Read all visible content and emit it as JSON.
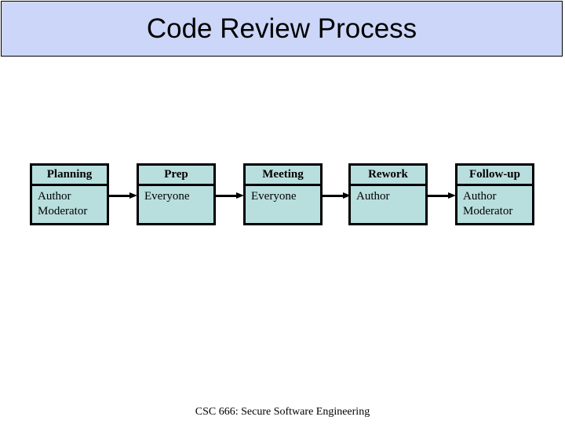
{
  "slide": {
    "title": "Code Review Process",
    "footer": "CSC 666: Secure Software Engineering",
    "banner_color": "#ccd6f8",
    "box_fill_color": "#b9dede",
    "border_color": "#000000"
  },
  "flow": {
    "arrow_icon": "arrow-right-icon",
    "stages": [
      {
        "header": "Planning",
        "roles": [
          "Author",
          "Moderator"
        ]
      },
      {
        "header": "Prep",
        "roles": [
          "Everyone"
        ]
      },
      {
        "header": "Meeting",
        "roles": [
          "Everyone"
        ]
      },
      {
        "header": "Rework",
        "roles": [
          "Author"
        ]
      },
      {
        "header": "Follow-up",
        "roles": [
          "Author",
          "Moderator"
        ]
      }
    ]
  }
}
